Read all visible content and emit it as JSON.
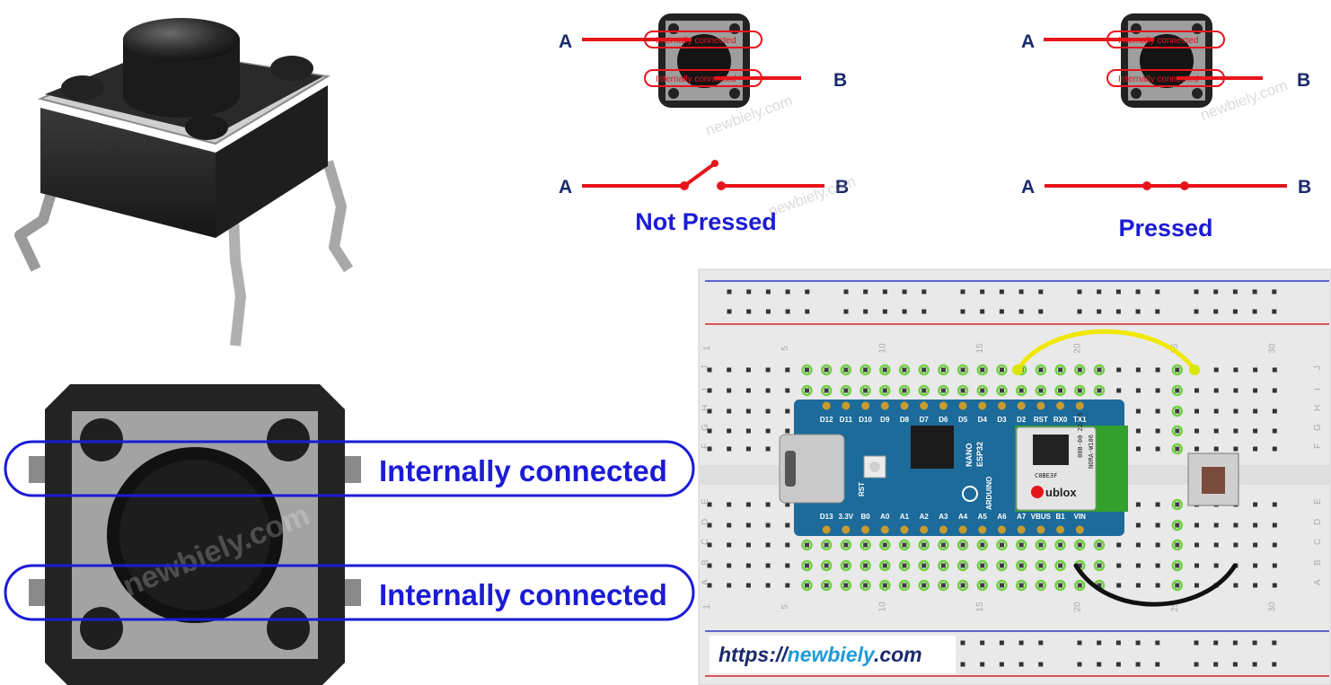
{
  "colors": {
    "wire_red": "#e8141b",
    "label_blue": "#1b1bd6",
    "terminal_navy": "#1a2a6b",
    "breadboard": "#e9e9e9",
    "rail_red": "#d7262b",
    "rail_blue": "#2a3cc8",
    "arduino_board": "#1c6b9a",
    "module_green": "#33a02c",
    "jumper_yellow": "#f0e800",
    "jumper_black": "#111111"
  },
  "top_left": {
    "pin_a": "A",
    "pin_b": "B",
    "tag_top": "Internally connected",
    "tag_bottom": "Internally connected",
    "switch_caption": "Not Pressed"
  },
  "top_right": {
    "pin_a": "A",
    "pin_b": "B",
    "tag_top": "Internally connected",
    "tag_bottom": "Internally connected",
    "switch_caption": "Pressed"
  },
  "bottom_left": {
    "label_top": "Internally connected",
    "label_bottom": "Internally connected"
  },
  "watermark": "newbiely.com",
  "breadboard": {
    "columns_top": [
      "1",
      "5",
      "10",
      "15",
      "20",
      "25",
      "30"
    ],
    "columns_bottom": [
      "1",
      "5",
      "10",
      "15",
      "20",
      "25",
      "30"
    ],
    "rows_upper": [
      "J",
      "I",
      "H",
      "G",
      "F"
    ],
    "rows_lower": [
      "E",
      "D",
      "C",
      "B",
      "A"
    ]
  },
  "arduino": {
    "pins_top": [
      "D12",
      "D11",
      "D10",
      "D9",
      "D8",
      "D7",
      "D6",
      "D5",
      "D4",
      "D3",
      "D2",
      "RST",
      "RX0",
      "TX1"
    ],
    "pins_bottom": [
      "D13",
      "3.3V",
      "B0",
      "A0",
      "A1",
      "A2",
      "A3",
      "A4",
      "A5",
      "A6",
      "A7",
      "VBUS",
      "B1",
      "VIN"
    ],
    "side_text": [
      "NANO",
      "ESP32"
    ],
    "brand": "ARDUINO",
    "rst_label": "RST",
    "module_lines": [
      "C0BE3F",
      "00B-00 22/15",
      "NORA-W106"
    ],
    "module_brand": "ublox"
  },
  "url": {
    "prefix": "https://",
    "domain": "newbiely",
    "suffix": ".com"
  }
}
